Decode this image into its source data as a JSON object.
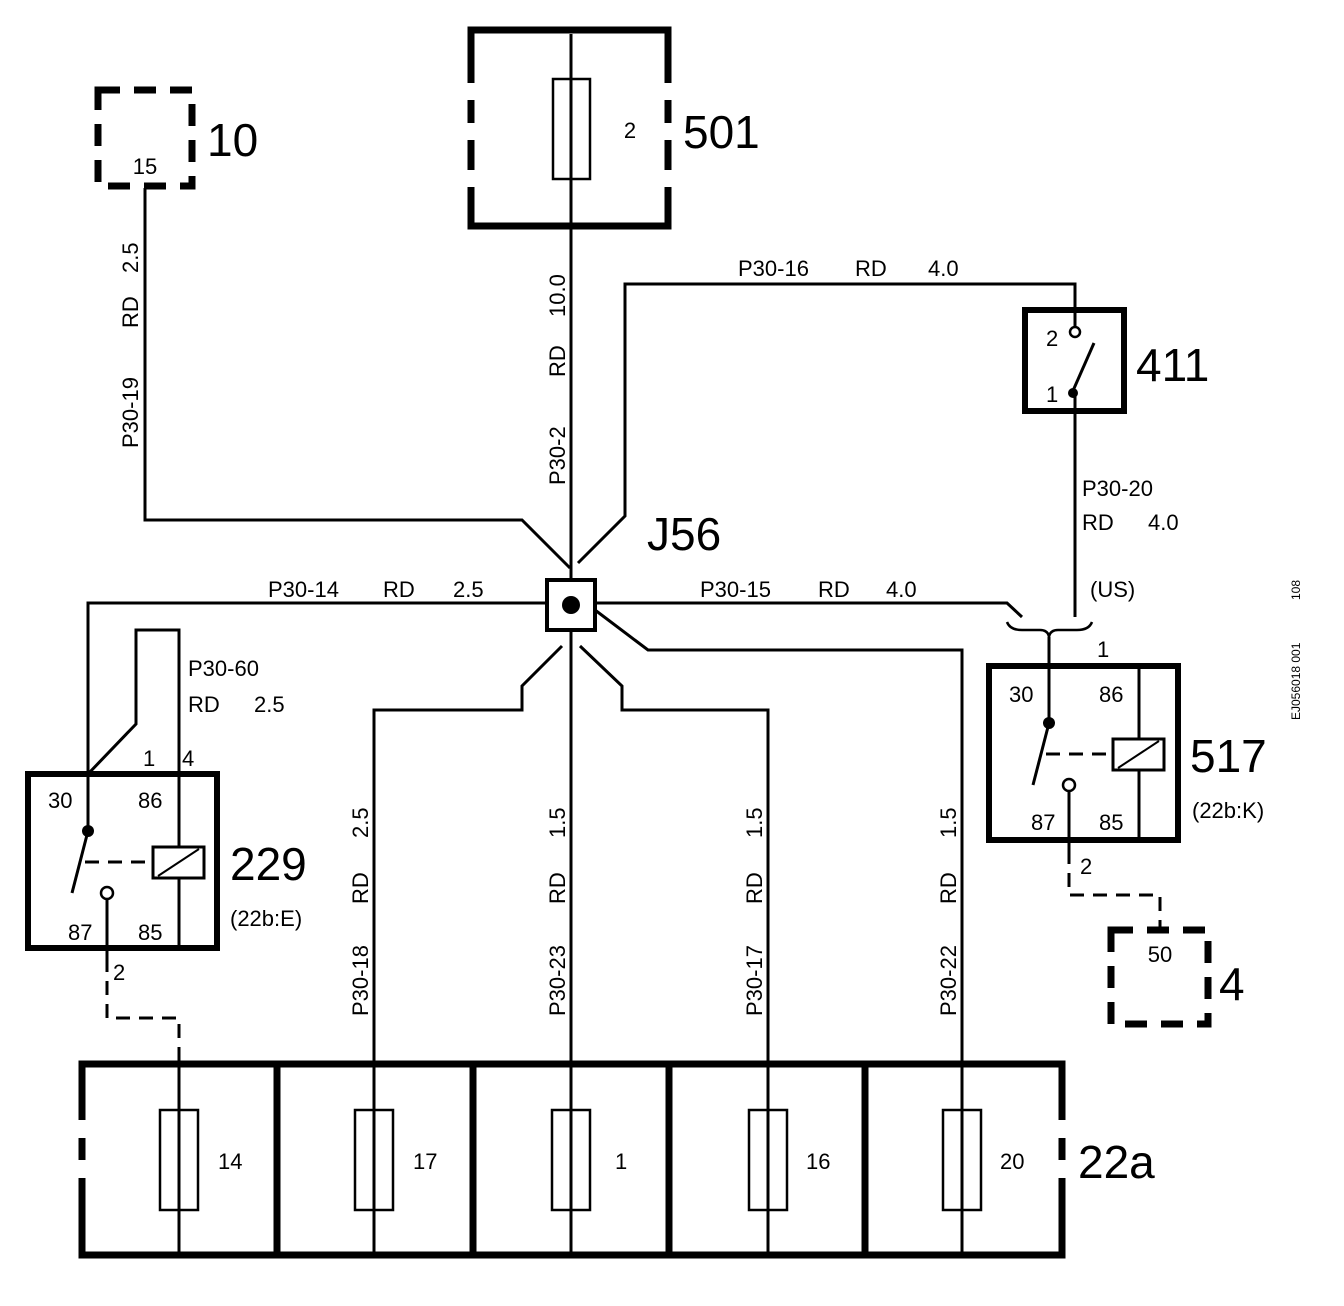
{
  "components": {
    "c10": {
      "id": "10",
      "pin": "15"
    },
    "c501": {
      "id": "501",
      "fuse": "2"
    },
    "c411": {
      "id": "411",
      "pin_top": "2",
      "pin_bottom": "1"
    },
    "c229": {
      "id": "229",
      "ref": "(22b:E)",
      "pin30": "30",
      "pin86": "86",
      "pin87": "87",
      "pin85": "85",
      "ext_pin1": "1",
      "ext_pin4": "4",
      "out_pin": "2"
    },
    "c517": {
      "id": "517",
      "ref": "(22b:K)",
      "pin30": "30",
      "pin86": "86",
      "pin87": "87",
      "pin85": "85",
      "in_pin": "1",
      "out_pin": "2"
    },
    "c4": {
      "id": "4",
      "pin": "50"
    },
    "c22a": {
      "id": "22a",
      "fuses": [
        "14",
        "17",
        "1",
        "16",
        "20"
      ]
    },
    "splice": {
      "id": "J56"
    }
  },
  "wires": {
    "w19": {
      "code": "P30-19",
      "color": "RD",
      "size": "2.5"
    },
    "w2": {
      "code": "P30-2",
      "color": "RD",
      "size": "10.0"
    },
    "w16": {
      "code": "P30-16",
      "color": "RD",
      "size": "4.0"
    },
    "w20": {
      "code": "P30-20",
      "color": "RD",
      "size": "4.0"
    },
    "w14": {
      "code": "P30-14",
      "color": "RD",
      "size": "2.5"
    },
    "w15": {
      "code": "P30-15",
      "color": "RD",
      "size": "4.0"
    },
    "w60": {
      "code": "P30-60",
      "color": "RD",
      "size": "2.5"
    },
    "w18": {
      "code": "P30-18",
      "color": "RD",
      "size": "2.5"
    },
    "w23": {
      "code": "P30-23",
      "color": "RD",
      "size": "1.5"
    },
    "w17": {
      "code": "P30-17",
      "color": "RD",
      "size": "1.5"
    },
    "w22": {
      "code": "P30-22",
      "color": "RD",
      "size": "1.5"
    }
  },
  "market_note": "(US)",
  "drawing_ref": "EJ056018 001",
  "drawing_rev": "108"
}
